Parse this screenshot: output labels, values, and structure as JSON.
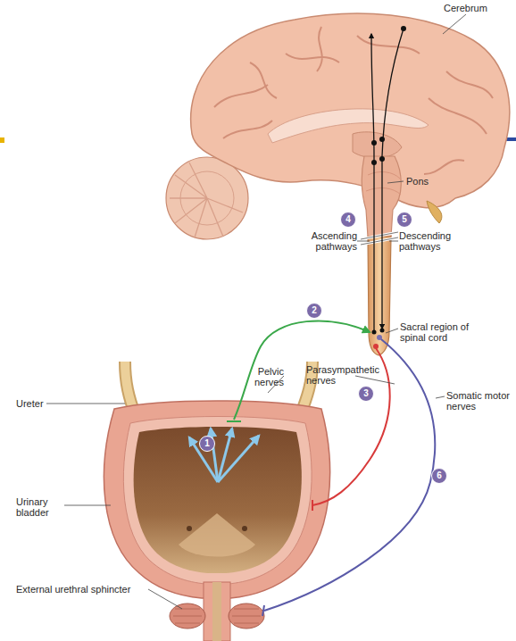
{
  "diagram": {
    "labels": [
      "Cerebrum",
      "Pons",
      "4",
      "5",
      "Ascending pathways",
      "Descending pathways",
      "2",
      "Sacral region of spinal cord",
      "Pelvic nerves",
      "Parasympathetic nerves",
      "3",
      "Ureter",
      "Somatic motor nerves",
      "1",
      "6",
      "Urinary bladder",
      "External urethral sphincter"
    ]
  }
}
